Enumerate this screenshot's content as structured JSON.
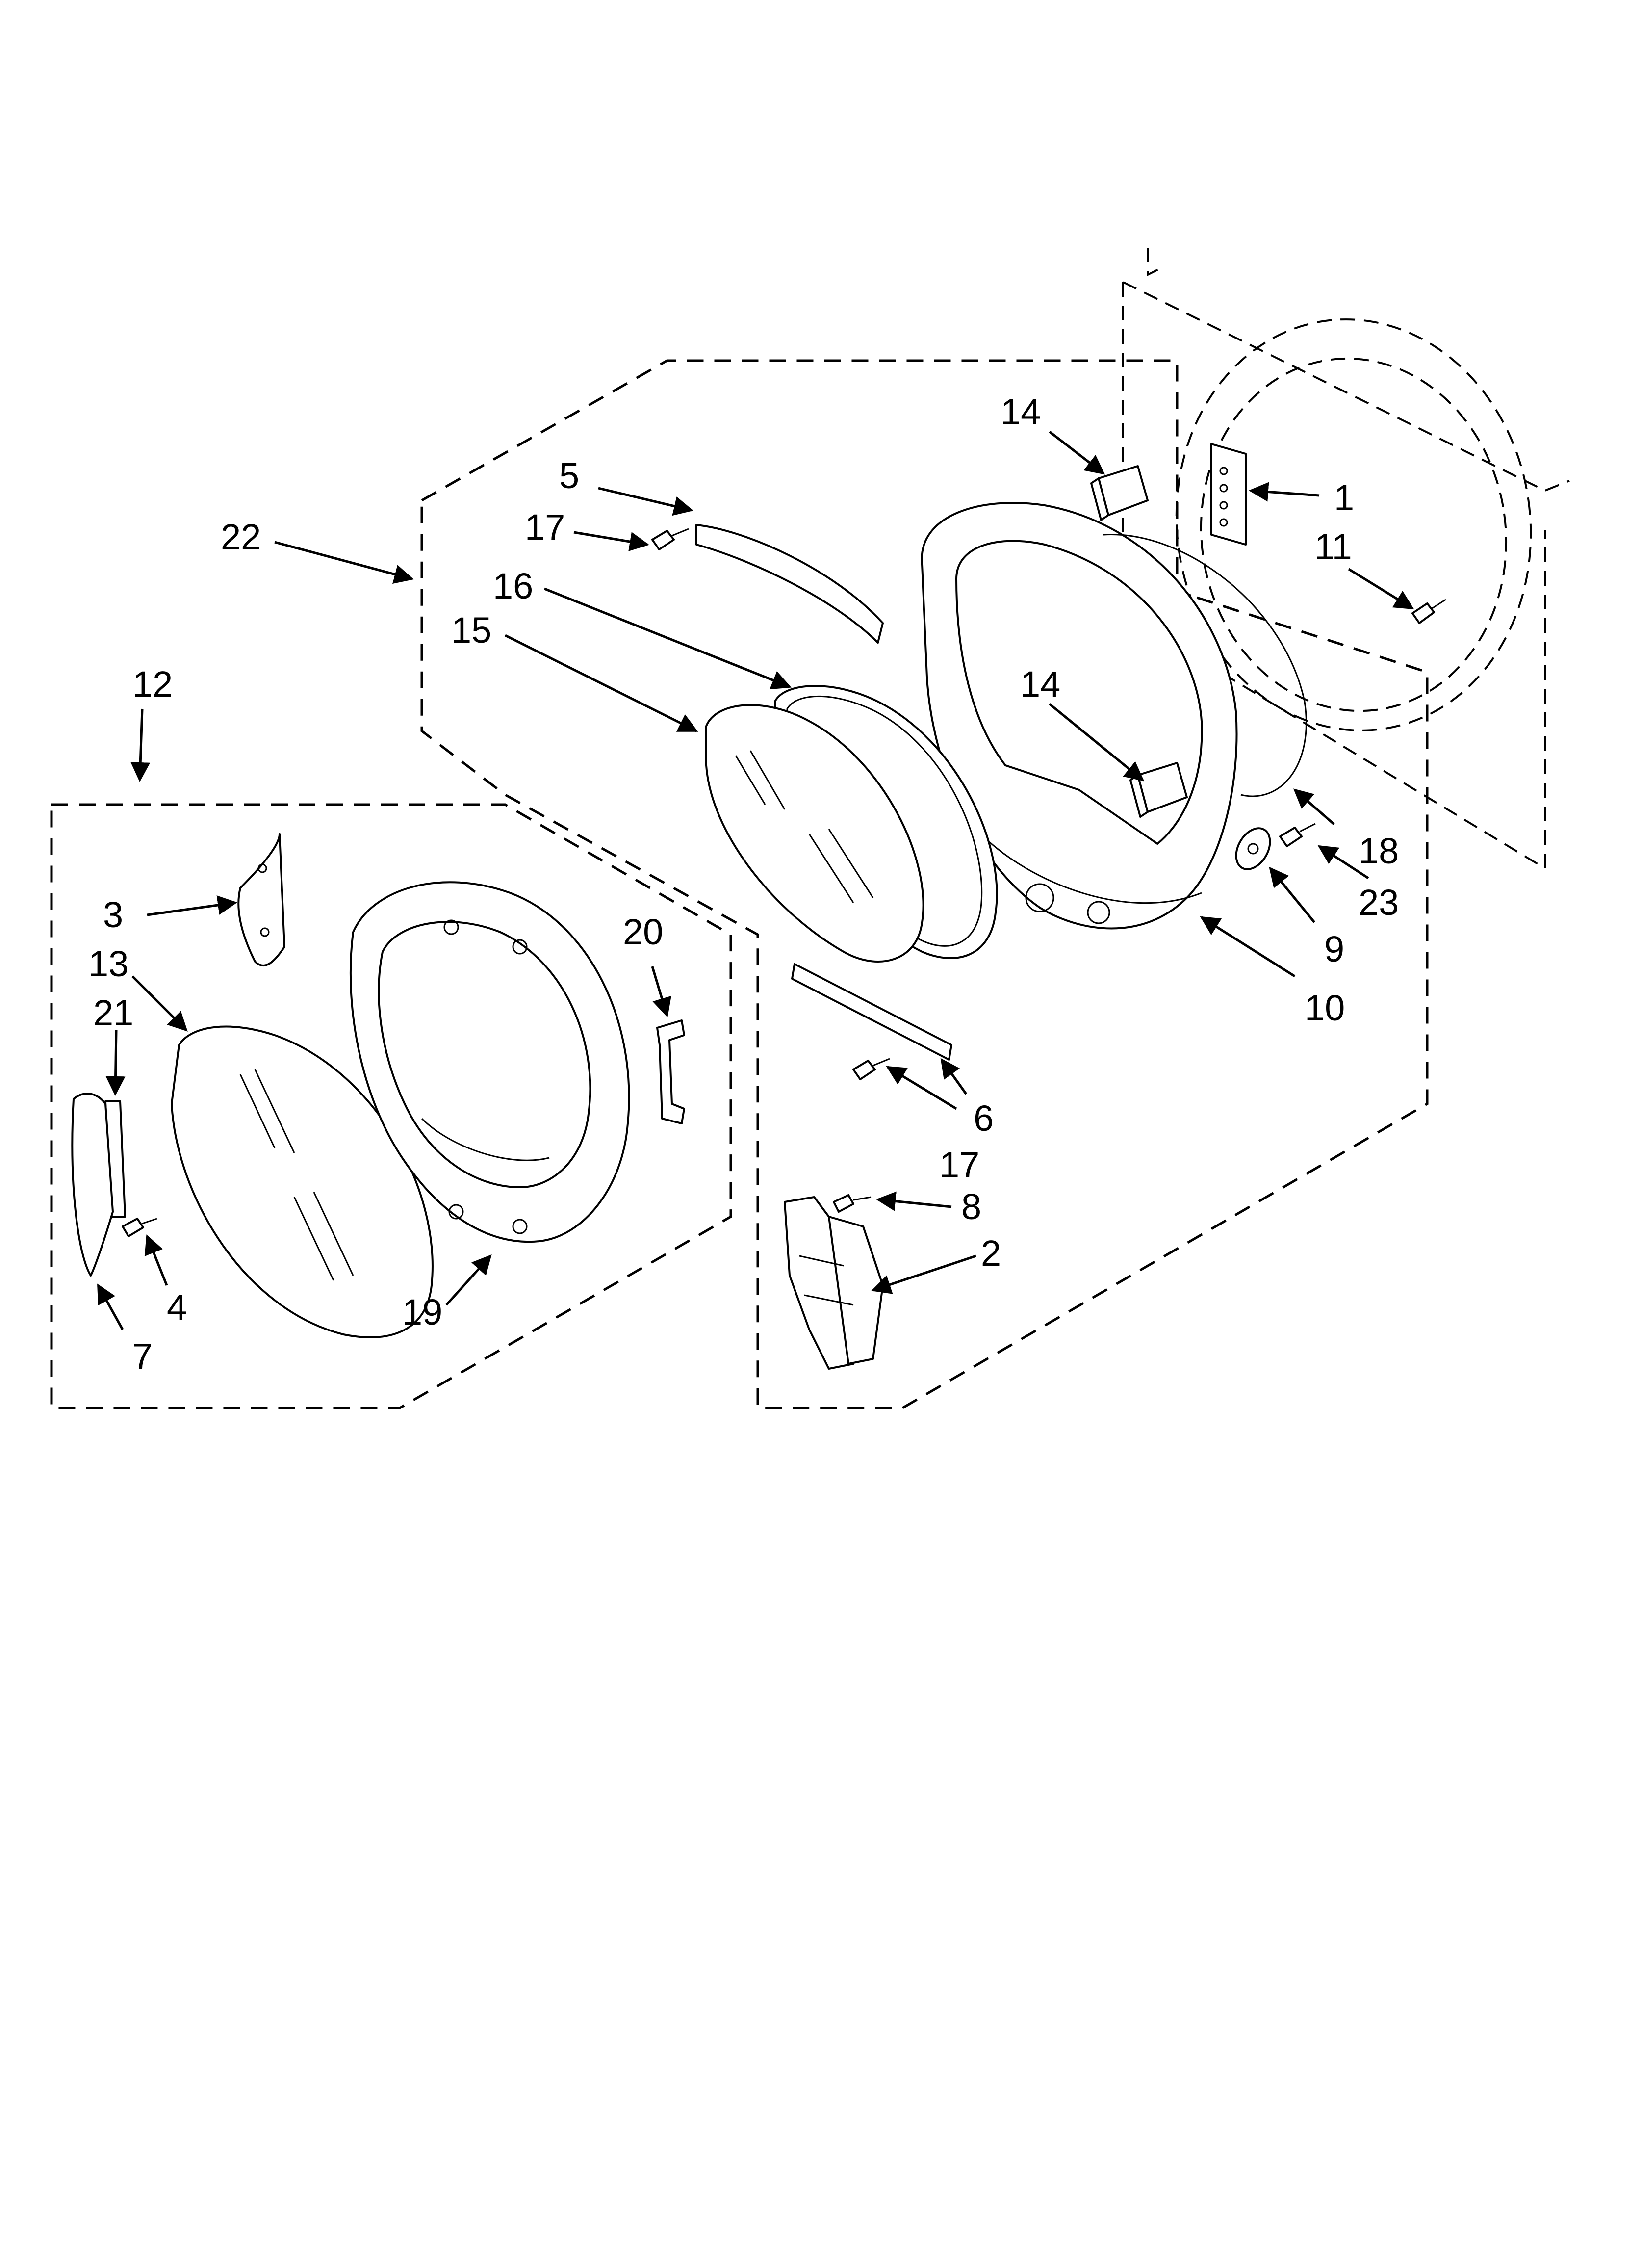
{
  "callouts": [
    {
      "id": "c1",
      "label": "1"
    },
    {
      "id": "c2",
      "label": "2"
    },
    {
      "id": "c3",
      "label": "3"
    },
    {
      "id": "c4",
      "label": "4"
    },
    {
      "id": "c5",
      "label": "5"
    },
    {
      "id": "c6",
      "label": "6"
    },
    {
      "id": "c7",
      "label": "7"
    },
    {
      "id": "c8",
      "label": "8"
    },
    {
      "id": "c9",
      "label": "9"
    },
    {
      "id": "c10",
      "label": "10"
    },
    {
      "id": "c11",
      "label": "11"
    },
    {
      "id": "c12",
      "label": "12"
    },
    {
      "id": "c13",
      "label": "13"
    },
    {
      "id": "c14a",
      "label": "14"
    },
    {
      "id": "c14b",
      "label": "14"
    },
    {
      "id": "c15",
      "label": "15"
    },
    {
      "id": "c16",
      "label": "16"
    },
    {
      "id": "c17a",
      "label": "17"
    },
    {
      "id": "c17b",
      "label": "17"
    },
    {
      "id": "c18",
      "label": "18"
    },
    {
      "id": "c19",
      "label": "19"
    },
    {
      "id": "c20",
      "label": "20"
    },
    {
      "id": "c21",
      "label": "21"
    },
    {
      "id": "c22",
      "label": "22"
    },
    {
      "id": "c23",
      "label": "23"
    }
  ]
}
